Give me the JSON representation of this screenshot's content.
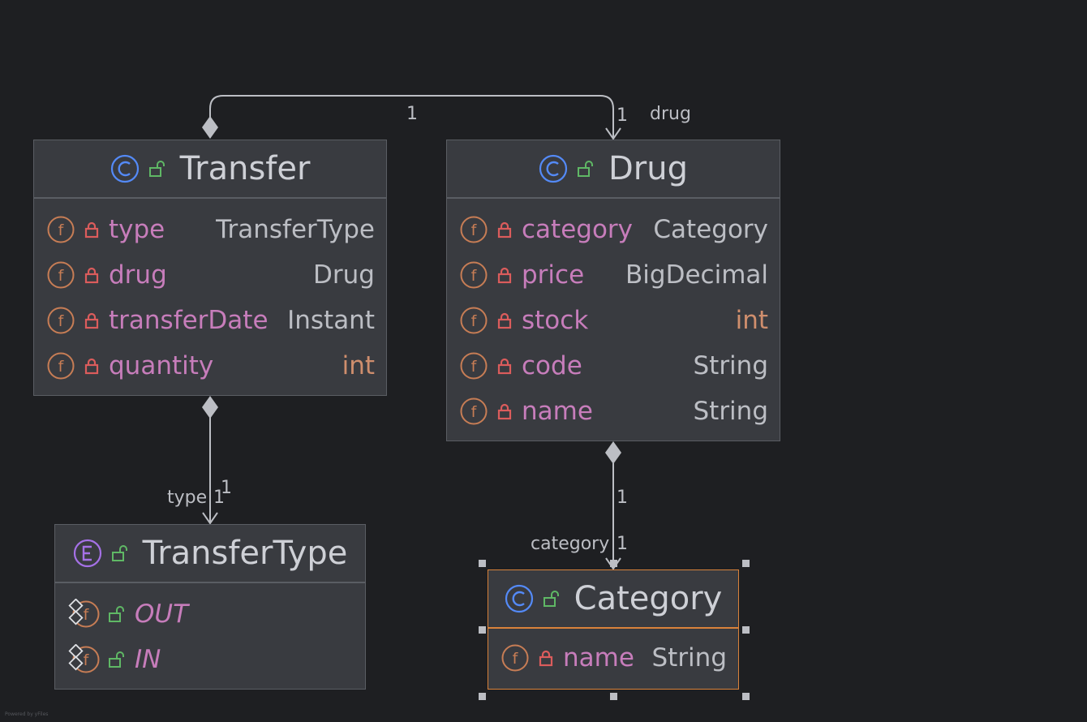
{
  "nodes": {
    "transfer": {
      "title": "Transfer",
      "kind": "class",
      "fields": [
        {
          "name": "type",
          "type": "TransferType"
        },
        {
          "name": "drug",
          "type": "Drug"
        },
        {
          "name": "transferDate",
          "type": "Instant"
        },
        {
          "name": "quantity",
          "type": "int"
        }
      ]
    },
    "drug": {
      "title": "Drug",
      "kind": "class",
      "fields": [
        {
          "name": "category",
          "type": "Category"
        },
        {
          "name": "price",
          "type": "BigDecimal"
        },
        {
          "name": "stock",
          "type": "int"
        },
        {
          "name": "code",
          "type": "String"
        },
        {
          "name": "name",
          "type": "String"
        }
      ]
    },
    "transfertype": {
      "title": "TransferType",
      "kind": "enum",
      "constants": [
        "OUT",
        "IN"
      ]
    },
    "category": {
      "title": "Category",
      "kind": "class",
      "fields": [
        {
          "name": "name",
          "type": "String"
        }
      ]
    }
  },
  "edges": {
    "transfer_drug": {
      "source_mult": "1",
      "target_mult": "1",
      "role": "drug"
    },
    "transfer_type": {
      "target_mult": "1",
      "role": "type",
      "role_mult": "1"
    },
    "drug_category": {
      "source_mult": "1",
      "role": "category",
      "role_mult": "1"
    }
  },
  "icons": {
    "class": "class-icon",
    "enum": "enum-icon",
    "field": "field-icon",
    "private": "lock-icon",
    "public": "unlock-icon"
  },
  "colors": {
    "background": "#1e1f22",
    "node": "#393b40",
    "border": "#5a5d63",
    "selection": "#d9823b",
    "field_name": "#c77dbb",
    "primitive_type": "#cf8e6d",
    "class_icon": "#548af7",
    "enum_icon": "#a571e6",
    "field_icon": "#c77d55",
    "lock_private": "#db5c5c",
    "lock_public": "#5fb865"
  },
  "watermark": "Powered by yFiles"
}
